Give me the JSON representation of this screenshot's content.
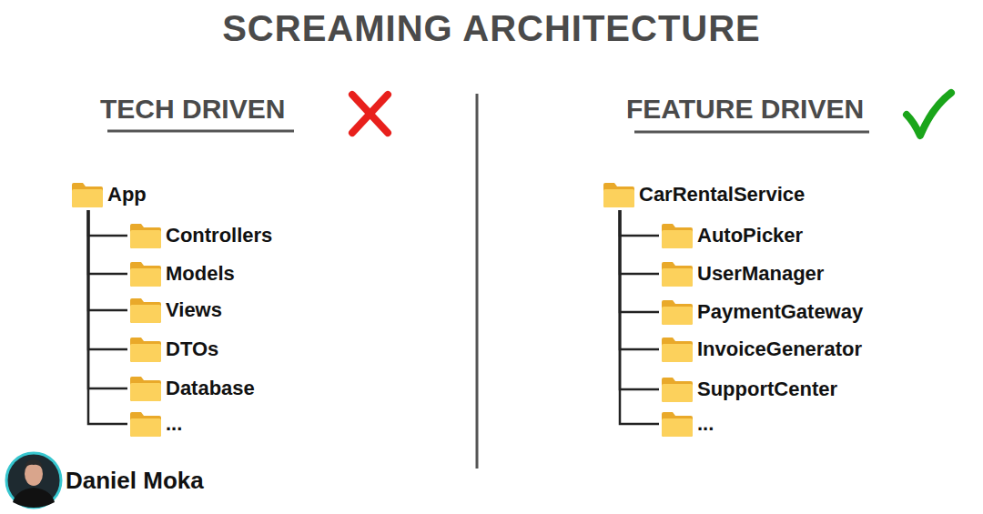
{
  "diagram": {
    "title": "SCREAMING ARCHITECTURE",
    "nodes": [
      {
        "text": [
          "App"
        ]
      },
      {
        "text": [
          "Controllers"
        ]
      },
      {
        "text": [
          "Models"
        ]
      },
      {
        "text": [
          "Views"
        ]
      },
      {
        "text": [
          "DTOs"
        ]
      },
      {
        "text": [
          "Database"
        ]
      },
      {
        "text": [
          "..."
        ]
      },
      {
        "text": [
          "CarRentalService"
        ]
      },
      {
        "text": [
          "AutoPicker"
        ]
      },
      {
        "text": [
          "UserManager"
        ]
      },
      {
        "text": [
          "PaymentGateway"
        ]
      },
      {
        "text": [
          "InvoiceGenerator"
        ]
      },
      {
        "text": [
          "SupportCenter"
        ]
      },
      {
        "text": [
          "..."
        ]
      }
    ],
    "edges": [
      {
        "from": 0,
        "to": 1,
        "arrow": "none"
      },
      {
        "from": 0,
        "to": 2,
        "arrow": "none"
      },
      {
        "from": 0,
        "to": 3,
        "arrow": "none"
      },
      {
        "from": 0,
        "to": 4,
        "arrow": "none"
      },
      {
        "from": 0,
        "to": 5,
        "arrow": "none"
      },
      {
        "from": 0,
        "to": 6,
        "arrow": "none"
      },
      {
        "from": 7,
        "to": 8,
        "arrow": "none"
      },
      {
        "from": 7,
        "to": 9,
        "arrow": "none"
      },
      {
        "from": 7,
        "to": 10,
        "arrow": "none"
      },
      {
        "from": 7,
        "to": 11,
        "arrow": "none"
      },
      {
        "from": 7,
        "to": 12,
        "arrow": "none"
      },
      {
        "from": 7,
        "to": 13,
        "arrow": "none"
      }
    ],
    "labels": [
      "TECH DRIVEN",
      "FEATURE DRIVEN",
      "Daniel Moka"
    ]
  }
}
